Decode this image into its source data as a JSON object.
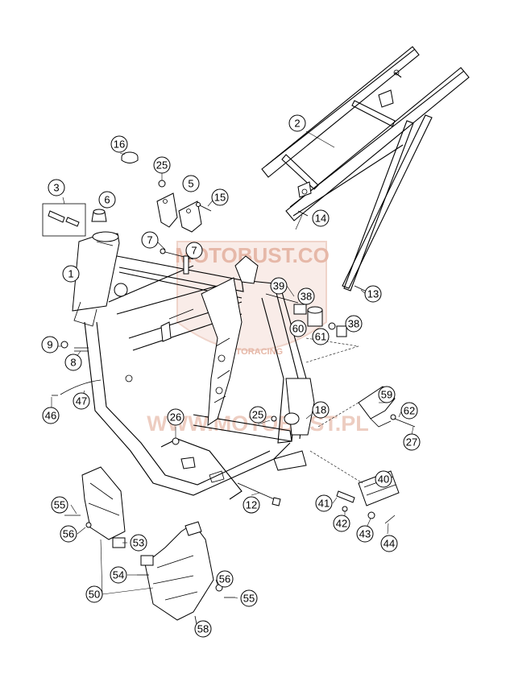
{
  "callouts": [
    {
      "id": "c1",
      "label": "1"
    },
    {
      "id": "c2",
      "label": "2"
    },
    {
      "id": "c3",
      "label": "3"
    },
    {
      "id": "c5",
      "label": "5"
    },
    {
      "id": "c6",
      "label": "6"
    },
    {
      "id": "c7a",
      "label": "7"
    },
    {
      "id": "c7b",
      "label": "7"
    },
    {
      "id": "c8",
      "label": "8"
    },
    {
      "id": "c9",
      "label": "9"
    },
    {
      "id": "c12",
      "label": "12"
    },
    {
      "id": "c13",
      "label": "13"
    },
    {
      "id": "c14",
      "label": "14"
    },
    {
      "id": "c15",
      "label": "15"
    },
    {
      "id": "c16",
      "label": "16"
    },
    {
      "id": "c18",
      "label": "18"
    },
    {
      "id": "c25a",
      "label": "25"
    },
    {
      "id": "c25b",
      "label": "25"
    },
    {
      "id": "c26",
      "label": "26"
    },
    {
      "id": "c27",
      "label": "27"
    },
    {
      "id": "c38a",
      "label": "38"
    },
    {
      "id": "c38b",
      "label": "38"
    },
    {
      "id": "c39",
      "label": "39"
    },
    {
      "id": "c40",
      "label": "40"
    },
    {
      "id": "c41",
      "label": "41"
    },
    {
      "id": "c42",
      "label": "42"
    },
    {
      "id": "c43",
      "label": "43"
    },
    {
      "id": "c44",
      "label": "44"
    },
    {
      "id": "c46",
      "label": "46"
    },
    {
      "id": "c47",
      "label": "47"
    },
    {
      "id": "c50",
      "label": "50"
    },
    {
      "id": "c53",
      "label": "53"
    },
    {
      "id": "c54",
      "label": "54"
    },
    {
      "id": "c55a",
      "label": "55"
    },
    {
      "id": "c55b",
      "label": "55"
    },
    {
      "id": "c56a",
      "label": "56"
    },
    {
      "id": "c56b",
      "label": "56"
    },
    {
      "id": "c58",
      "label": "58"
    },
    {
      "id": "c59",
      "label": "59"
    },
    {
      "id": "c60",
      "label": "60"
    },
    {
      "id": "c61",
      "label": "61"
    },
    {
      "id": "c62",
      "label": "62"
    }
  ],
  "watermark": {
    "lines": [
      "MOTOBUST.CO",
      "MOTORACING"
    ],
    "url": "WWW.MOTOBUST.PL",
    "color": "#e6b8a8"
  },
  "colors": {
    "line": "#000000",
    "background": "#ffffff"
  }
}
